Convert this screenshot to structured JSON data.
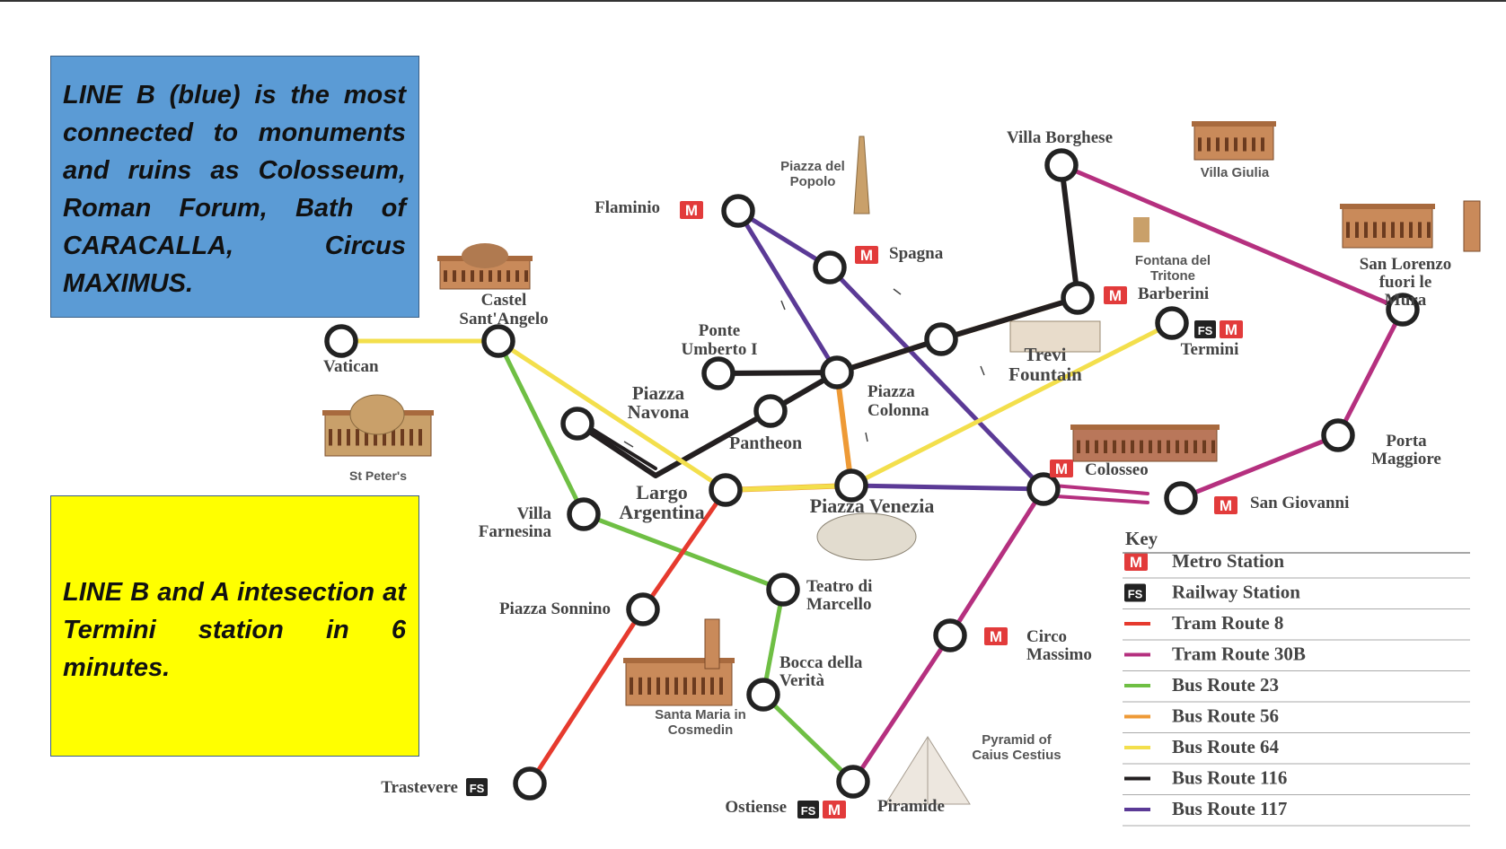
{
  "notes": {
    "line_b": "LINE B (blue) is the most connected to monuments and ruins as Colosseum, Roman Forum, Bath of CARACALLA, Circus MAXIMUS.",
    "intersection": "LINE B and A intesection at Termini station in 6 minutes."
  },
  "badges": {
    "metro": "M",
    "railway": "FS"
  },
  "colors": {
    "tram8": "#e63a2e",
    "tram30b": "#b5307f",
    "bus23": "#6fbf44",
    "bus56": "#ee9a36",
    "bus64": "#f3df4c",
    "bus116": "#231f20",
    "bus117": "#5b3a96",
    "metro_badge": "#e23b3b",
    "rail_badge": "#222222"
  },
  "key": {
    "title": "Key",
    "items": [
      {
        "id": "metro",
        "label": "Metro Station",
        "kind": "badge",
        "symbol": "M"
      },
      {
        "id": "rail",
        "label": "Railway Station",
        "kind": "badge",
        "symbol": "FS"
      },
      {
        "id": "tram8",
        "label": "Tram Route 8",
        "kind": "line"
      },
      {
        "id": "tram30b",
        "label": "Tram Route 30B",
        "kind": "line"
      },
      {
        "id": "bus23",
        "label": "Bus Route 23",
        "kind": "line"
      },
      {
        "id": "bus56",
        "label": "Bus Route 56",
        "kind": "line"
      },
      {
        "id": "bus64",
        "label": "Bus Route 64",
        "kind": "line"
      },
      {
        "id": "bus116",
        "label": "Bus Route 116",
        "kind": "line"
      },
      {
        "id": "bus117",
        "label": "Bus Route 117",
        "kind": "line"
      }
    ]
  },
  "stops": [
    {
      "id": "vatican",
      "lines": [
        "Vatican"
      ]
    },
    {
      "id": "castel",
      "lines": [
        "Castel",
        "Sant'Angelo"
      ]
    },
    {
      "id": "ponte",
      "lines": [
        "Ponte",
        "Umberto I"
      ]
    },
    {
      "id": "navona",
      "lines": [
        "Piazza",
        "Navona"
      ]
    },
    {
      "id": "pantheon",
      "lines": [
        "Pantheon"
      ]
    },
    {
      "id": "colonna",
      "lines": [
        "Piazza",
        "Colonna"
      ]
    },
    {
      "id": "flaminio",
      "lines": [
        "Flaminio"
      ],
      "badges": [
        "M"
      ]
    },
    {
      "id": "spagna",
      "lines": [
        "Spagna"
      ],
      "badges": [
        "M"
      ]
    },
    {
      "id": "borghese",
      "lines": [
        "Villa Borghese"
      ]
    },
    {
      "id": "barberini",
      "lines": [
        "Barberini"
      ],
      "badges": [
        "M"
      ]
    },
    {
      "id": "termini",
      "lines": [
        "Termini"
      ],
      "badges": [
        "FS",
        "M"
      ]
    },
    {
      "id": "lorenzo",
      "lines": [
        "San Lorenzo",
        "fuori le",
        "Mura"
      ]
    },
    {
      "id": "maggiore",
      "lines": [
        "Porta",
        "Maggiore"
      ]
    },
    {
      "id": "giovanni",
      "lines": [
        "San Giovanni"
      ],
      "badges": [
        "M"
      ]
    },
    {
      "id": "colosseo",
      "lines": [
        "Colosseo"
      ],
      "badges": [
        "M"
      ]
    },
    {
      "id": "venezia",
      "lines": [
        "Piazza Venezia"
      ]
    },
    {
      "id": "argentina",
      "lines": [
        "Largo",
        "Argentina"
      ]
    },
    {
      "id": "farnesina",
      "lines": [
        "Villa",
        "Farnesina"
      ]
    },
    {
      "id": "sonnino",
      "lines": [
        "Piazza Sonnino"
      ]
    },
    {
      "id": "marcello",
      "lines": [
        "Teatro di",
        "Marcello"
      ]
    },
    {
      "id": "bocca",
      "lines": [
        "Bocca della",
        "Verità"
      ]
    },
    {
      "id": "circo",
      "lines": [
        "Circo",
        "Massimo"
      ],
      "badges": [
        "M"
      ]
    },
    {
      "id": "trastevere",
      "lines": [
        "Trastevere"
      ],
      "badges": [
        "FS"
      ]
    },
    {
      "id": "ostiense",
      "lines": [
        "Ostiense"
      ],
      "badges": [
        "FS",
        "M"
      ]
    },
    {
      "id": "piramide",
      "lines": [
        "Piramide"
      ]
    }
  ],
  "landmarks": [
    {
      "id": "popolo",
      "lines": [
        "Piazza del",
        "Popolo"
      ]
    },
    {
      "id": "giulia",
      "lines": [
        "Villa Giulia"
      ]
    },
    {
      "id": "tritone",
      "lines": [
        "Fontana del",
        "Tritone"
      ]
    },
    {
      "id": "trevi",
      "lines": [
        "Trevi",
        "Fountain"
      ]
    },
    {
      "id": "stpeters",
      "lines": [
        "St Peter's"
      ]
    },
    {
      "id": "cosmedin",
      "lines": [
        "Santa Maria in",
        "Cosmedin"
      ]
    },
    {
      "id": "pyramid",
      "lines": [
        "Pyramid of",
        "Caius Cestius"
      ]
    }
  ]
}
